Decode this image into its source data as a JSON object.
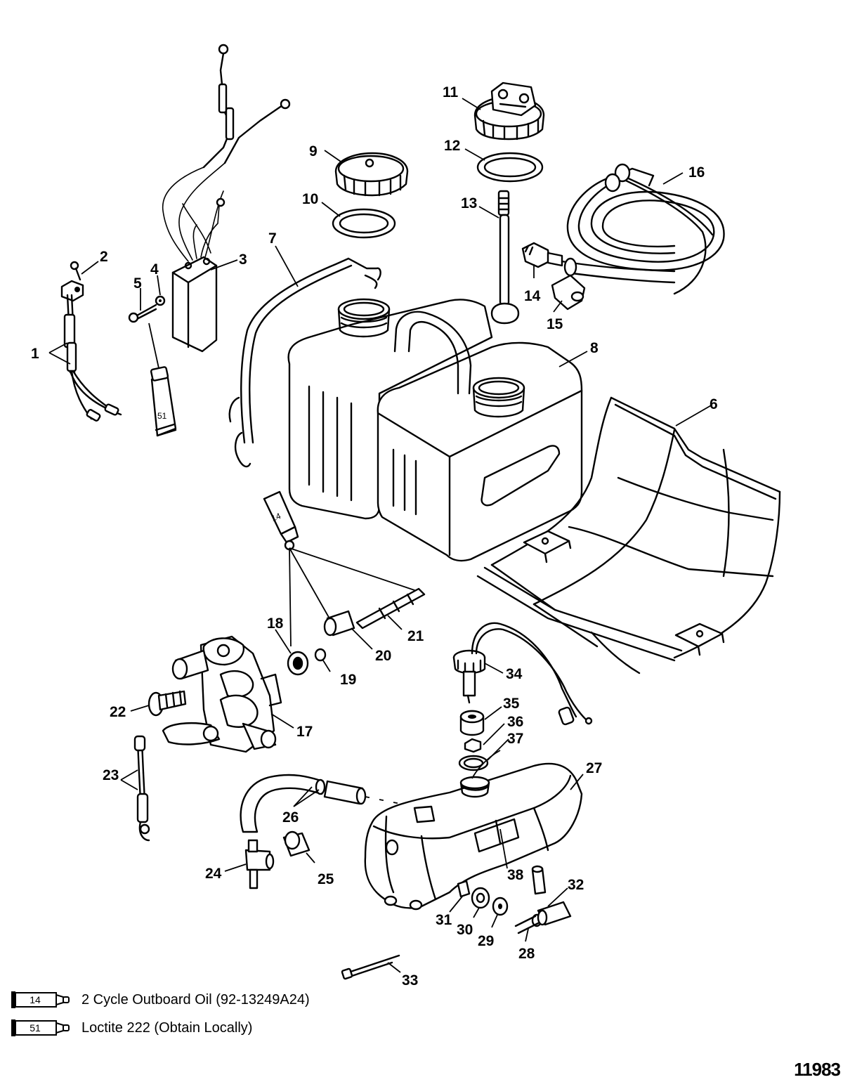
{
  "callouts": [
    "1",
    "2",
    "3",
    "4",
    "5",
    "6",
    "7",
    "8",
    "9",
    "10",
    "11",
    "12",
    "13",
    "14",
    "15",
    "16",
    "17",
    "18",
    "19",
    "20",
    "21",
    "22",
    "23",
    "24",
    "25",
    "26",
    "27",
    "28",
    "29",
    "30",
    "31",
    "32",
    "33",
    "34",
    "35",
    "36",
    "37",
    "38"
  ],
  "tube_labels": {
    "loctite": "51",
    "oil": "14"
  },
  "legend": [
    {
      "code": "14",
      "text": "2 Cycle Outboard Oil (92-13249A24)"
    },
    {
      "code": "51",
      "text": "Loctite 222  (Obtain Locally)"
    }
  ],
  "figure_number": "11983"
}
